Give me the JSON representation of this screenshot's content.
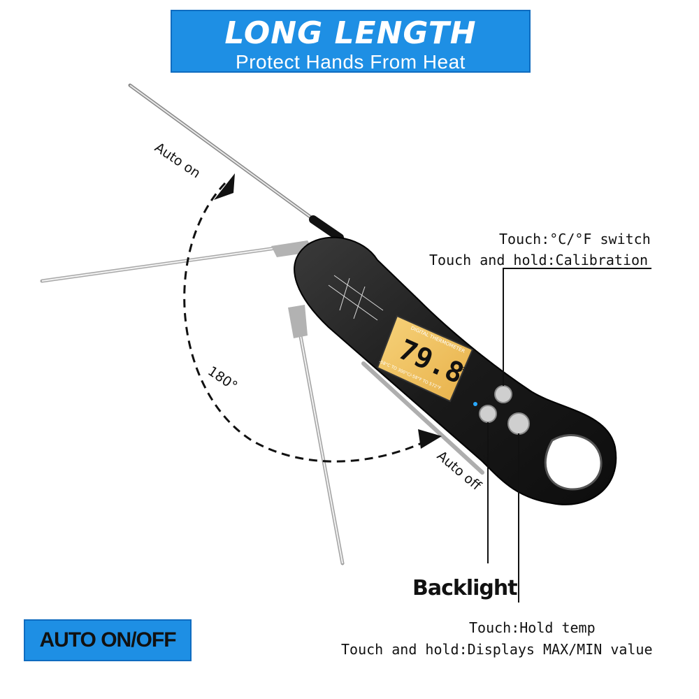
{
  "banner": {
    "title": "LONG LENGTH",
    "subtitle": "Protect Hands From Heat"
  },
  "labels": {
    "auto_on": "Auto on",
    "auto_off": "Auto off",
    "angle": "180°"
  },
  "callouts": {
    "unit_switch": "Touch:°C/°F switch",
    "calibration": "Touch and hold:Calibration",
    "backlight": "Backlight",
    "hold_temp": "Touch:Hold temp",
    "max_min": "Touch and hold:Displays MAX/MIN value"
  },
  "device": {
    "display_title": "DIGITAL THERMOMETER",
    "reading": "79.8",
    "unit": "°F",
    "range": "-58°C TO 300°C/-58°F TO 572°F"
  },
  "badge": {
    "label": "AUTO ON/OFF"
  },
  "colors": {
    "banner_blue": "#1e8fe4",
    "lcd_amber": "#f3c45a",
    "body_black": "#1c1c1c"
  }
}
